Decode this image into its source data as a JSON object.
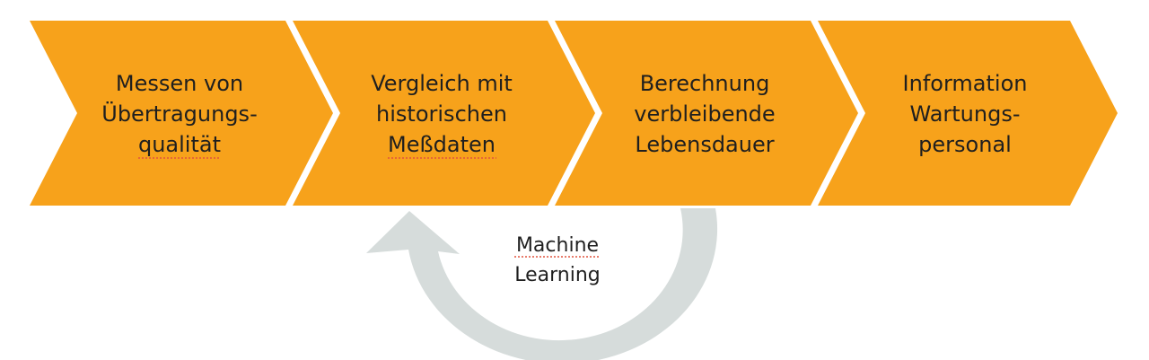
{
  "colors": {
    "chevron_fill": "#f7a21b",
    "loop_arrow_fill": "#d6dcdb",
    "text": "#1f1f1f",
    "spellcheck_underline": "#e0533f"
  },
  "process": {
    "steps": [
      {
        "lines": [
          "Messen von",
          "Übertragungs-",
          "qualität"
        ]
      },
      {
        "lines": [
          "Vergleich mit",
          "historischen",
          "Meßdaten"
        ]
      },
      {
        "lines": [
          "Berechnung",
          "verbleibende",
          "Lebensdauer"
        ]
      },
      {
        "lines": [
          "Information",
          "Wartungs-",
          "personal"
        ]
      }
    ]
  },
  "feedback_loop": {
    "lines": [
      "Machine",
      "Learning"
    ]
  }
}
